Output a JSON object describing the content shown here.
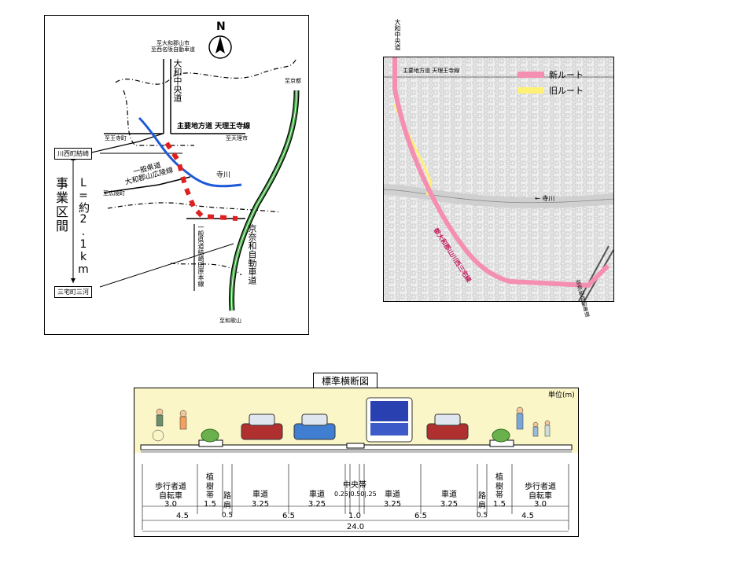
{
  "location_map": {
    "north": "N",
    "roads": {
      "yamato_chuo_road": "大和中央道",
      "yamato_chuo_to": "至大和郡山市\n至西名阪自動車道",
      "prefectural_main": "主要地方道 天理王寺線",
      "to_oji": "至王寺町",
      "to_tenri": "至天理市",
      "to_kyoto": "至京都",
      "prefectural_koryo": "一般県道\n大和郡山広陵線",
      "to_koryo": "至広陵町",
      "prefectural_yuzaki": "一般県道結崎田原本線",
      "keinawa": "京奈和自動車道",
      "to_wakayama": "至和歌山",
      "river": "寺川"
    },
    "project_label": "事業区間",
    "length_label": "L=約2.1km",
    "start_point": "川西町結崎",
    "end_point": "三宅町三河"
  },
  "aerial_map": {
    "top_label": "大和中央道",
    "road_label": "主要地方道 天理王寺線",
    "river_label": "← 寺川",
    "route_label": "都大和郡山川西三宅線",
    "highway_label": "京奈和自動車道",
    "legend": [
      {
        "label": "新ルート",
        "color": "#f48fb1"
      },
      {
        "label": "旧ルート",
        "color": "#fff176"
      }
    ]
  },
  "cross_section": {
    "title": "標準横断図",
    "unit": "単位(m)",
    "row1": [
      {
        "label": "歩行者道\n自転車",
        "value": "3.0"
      },
      {
        "label": "植\n樹\n帯",
        "value": "1.5"
      },
      {
        "label": "路\n肩",
        "value": ""
      },
      {
        "label": "車道",
        "value": "3.25"
      },
      {
        "label": "車道",
        "value": "3.25"
      },
      {
        "label": "中央帯",
        "value": "0.25|0.50|.25"
      },
      {
        "label": "車道",
        "value": "3.25"
      },
      {
        "label": "車道",
        "value": "3.25"
      },
      {
        "label": "路\n肩",
        "value": ""
      },
      {
        "label": "植\n樹\n帯",
        "value": "1.5"
      },
      {
        "label": "歩行者道\n自転車",
        "value": "3.0"
      }
    ],
    "row2": [
      "4.5",
      "0.5",
      "6.5",
      "1.0",
      "6.5",
      "0.5",
      "4.5"
    ],
    "total": "24.0"
  }
}
